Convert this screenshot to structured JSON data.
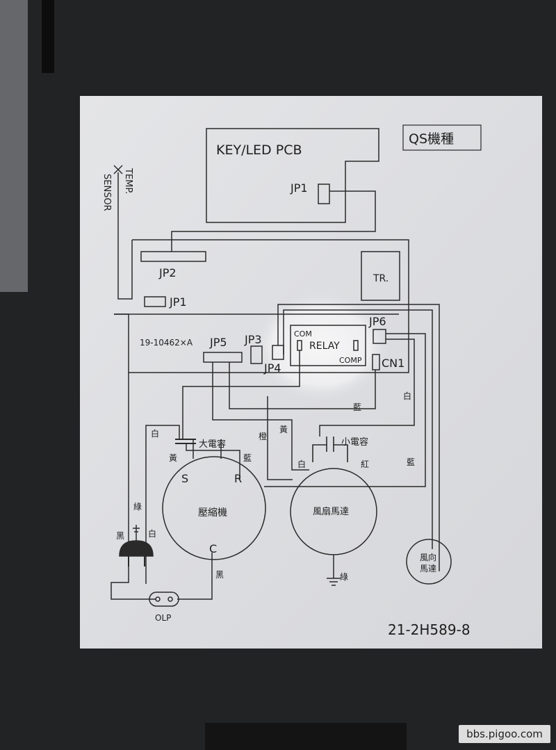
{
  "diagram": {
    "model_tag": "QS機種",
    "pcb_label": "KEY/LED PCB",
    "jp1_top": "JP1",
    "temp_sensor": [
      "TEMP.",
      "SENSOR"
    ],
    "jp2": "JP2",
    "tr": "TR.",
    "jp1": "JP1",
    "board_code": "19-10462×A",
    "jp5": "JP5",
    "jp3": "JP3",
    "jp4": "JP4",
    "com": "COM",
    "relay": "RELAY",
    "comp": "COMP",
    "jp6": "JP6",
    "cn1": "CN1",
    "big_cap": "大電容",
    "small_cap": "小電容",
    "compressor": "壓縮機",
    "fan_motor": "風扇馬達",
    "vane_motor": [
      "風向",
      "馬達"
    ],
    "terminal_s": "S",
    "terminal_r": "R",
    "terminal_c": "C",
    "olp": "OLP",
    "part_number": "21-2H589-8",
    "wire_colors": {
      "white_left": "白",
      "yellow_left": "黃",
      "blue_comp": "藍",
      "orange": "橙",
      "yellow_mid": "黃",
      "blue_top": "藍",
      "white_right": "白",
      "white_fan": "白",
      "red": "紅",
      "blue_right": "藍",
      "green_plug": "綠",
      "black_plug": "黑",
      "white_plug": "白",
      "black_c": "黑",
      "green_ground": "綠"
    }
  },
  "watermark": "bbs.pigoo.com"
}
